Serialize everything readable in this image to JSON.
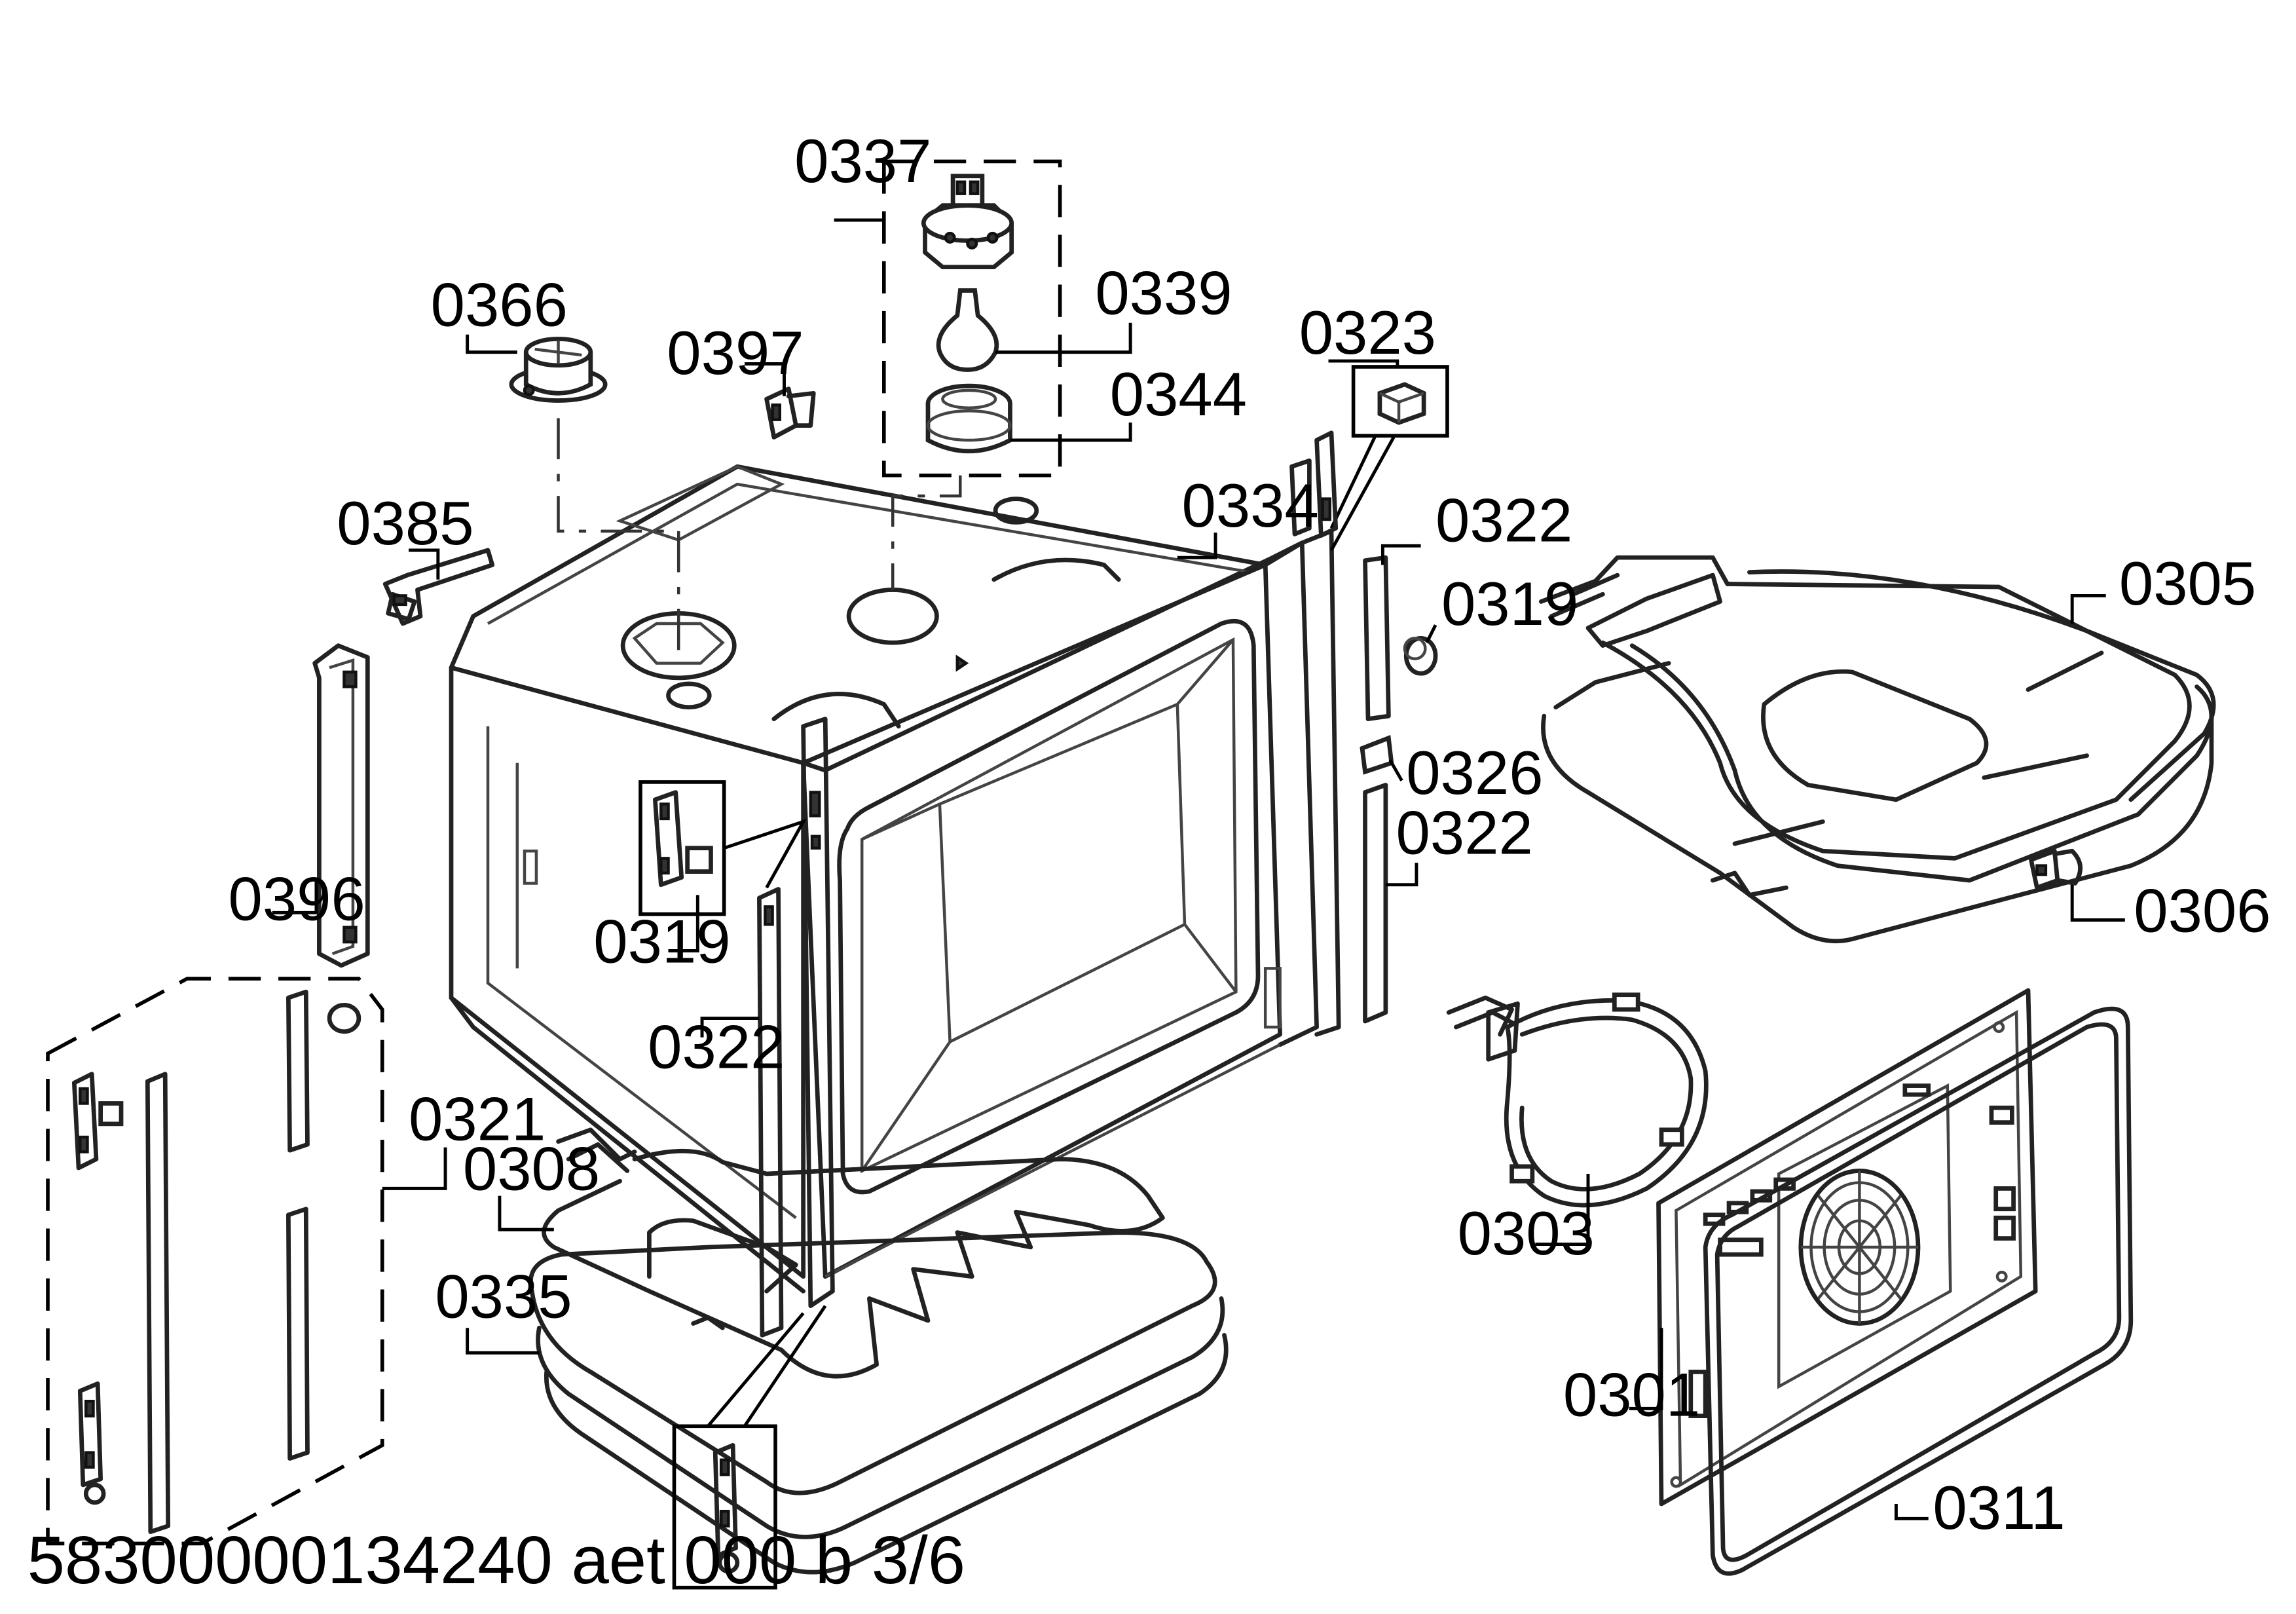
{
  "labels": {
    "l0337": "0337",
    "l0339": "0339",
    "l0344": "0344",
    "l0366": "0366",
    "l0397": "0397",
    "l0323": "0323",
    "l0334": "0334",
    "l0385": "0385",
    "l0322a": "0322",
    "l0319a": "0319",
    "l0305": "0305",
    "l0326": "0326",
    "l0322b": "0322",
    "l0396": "0396",
    "l0319b": "0319",
    "l0306": "0306",
    "l0322c": "0322",
    "l0321": "0321",
    "l0308": "0308",
    "l0303": "0303",
    "l0335": "0335",
    "l0301": "0301",
    "l0311": "0311"
  },
  "footer": "58300000134240 aet 000 b 3/6"
}
